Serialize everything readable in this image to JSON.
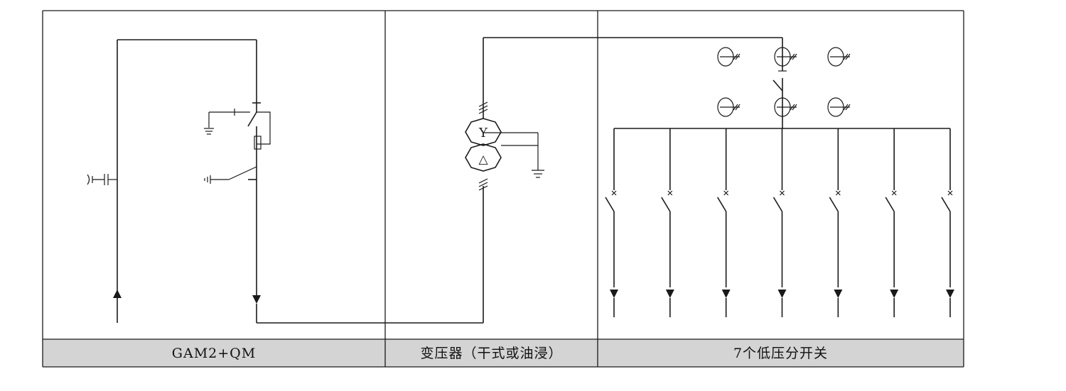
{
  "panels": [
    {
      "id": "gam2-qm",
      "label": "GAM2+QM"
    },
    {
      "id": "transformer",
      "label": "变压器（干式或油浸）"
    },
    {
      "id": "low-voltage-switches",
      "label": "7个低压分开关"
    }
  ],
  "transformer": {
    "primary_symbol": "Y",
    "secondary_symbol": "△"
  },
  "low_voltage": {
    "branch_switch_count": 7,
    "meter_count": 6
  }
}
